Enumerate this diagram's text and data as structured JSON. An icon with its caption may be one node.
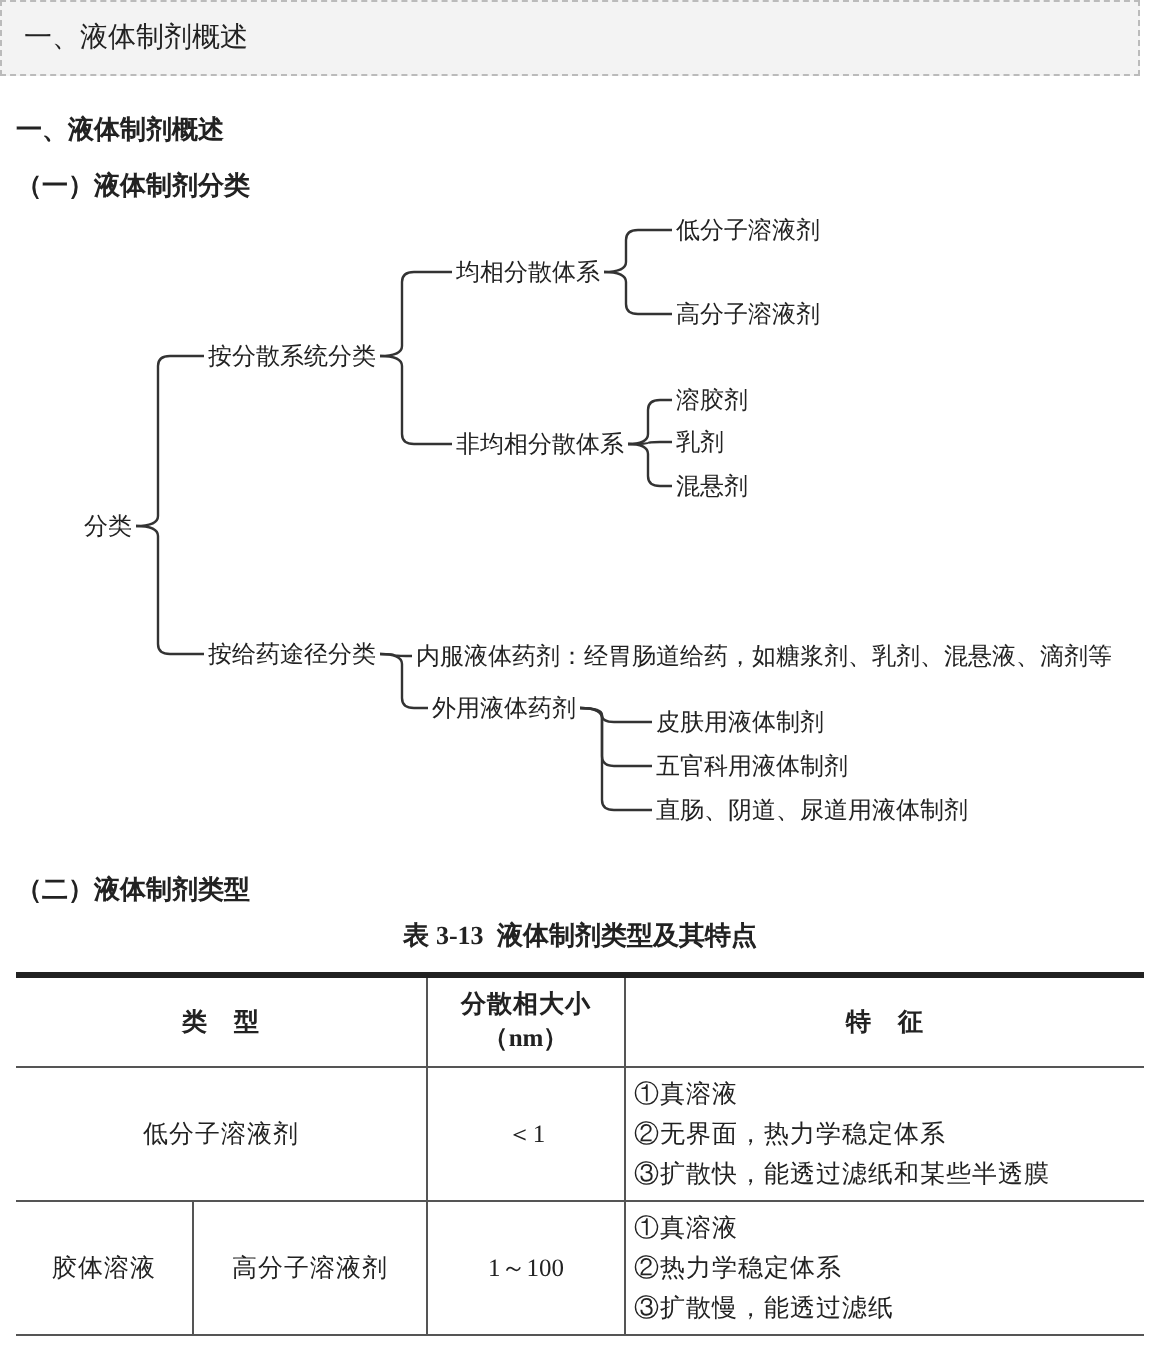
{
  "diagram": {
    "title": "一、液体制剂概述",
    "nodes": [
      {
        "text": [
          "分类"
        ]
      },
      {
        "text": [
          "按分散系统分类"
        ]
      },
      {
        "text": [
          "均相分散体系"
        ]
      },
      {
        "text": [
          "低分子溶液剂"
        ]
      },
      {
        "text": [
          "高分子溶液剂"
        ]
      },
      {
        "text": [
          "非均相分散体系"
        ]
      },
      {
        "text": [
          "溶胶剂"
        ]
      },
      {
        "text": [
          "乳剂"
        ]
      },
      {
        "text": [
          "混悬剂"
        ]
      },
      {
        "text": [
          "按给药途径分类"
        ]
      },
      {
        "text": [
          "内服液体药剂：经胃肠道给药，如糖浆剂、乳剂、混悬液、滴剂等"
        ]
      },
      {
        "text": [
          "外用液体药剂"
        ]
      },
      {
        "text": [
          "皮肤用液体制剂"
        ]
      },
      {
        "text": [
          "五官科用液体制剂"
        ]
      },
      {
        "text": [
          "直肠、阴道、尿道用液体制剂"
        ]
      }
    ],
    "edges": [
      {
        "from": 0,
        "to": 1,
        "arrow": "none"
      },
      {
        "from": 0,
        "to": 9,
        "arrow": "none"
      },
      {
        "from": 1,
        "to": 2,
        "arrow": "none"
      },
      {
        "from": 1,
        "to": 5,
        "arrow": "none"
      },
      {
        "from": 2,
        "to": 3,
        "arrow": "none"
      },
      {
        "from": 2,
        "to": 4,
        "arrow": "none"
      },
      {
        "from": 5,
        "to": 6,
        "arrow": "none"
      },
      {
        "from": 5,
        "to": 7,
        "arrow": "none"
      },
      {
        "from": 5,
        "to": 8,
        "arrow": "none"
      },
      {
        "from": 9,
        "to": 10,
        "arrow": "none"
      },
      {
        "from": 9,
        "to": 11,
        "arrow": "none"
      },
      {
        "from": 11,
        "to": 12,
        "arrow": "none"
      },
      {
        "from": 11,
        "to": 13,
        "arrow": "none"
      },
      {
        "from": 11,
        "to": 14,
        "arrow": "none"
      }
    ],
    "labels": [
      "一、液体制剂概述",
      "（一）液体制剂分类",
      "（二）液体制剂类型",
      "表 3-13  液体制剂类型及其特点",
      "类　型",
      "分散相大小（nm）",
      "特　征",
      "低分子溶液剂",
      "＜1",
      "①真溶液",
      "②无界面，热力学稳定体系",
      "③扩散快，能透过滤纸和某些半透膜",
      "胶体溶液",
      "高分子溶液剂",
      "1～100",
      "①真溶液",
      "②热力学稳定体系",
      "③扩散慢，能透过滤纸"
    ]
  }
}
